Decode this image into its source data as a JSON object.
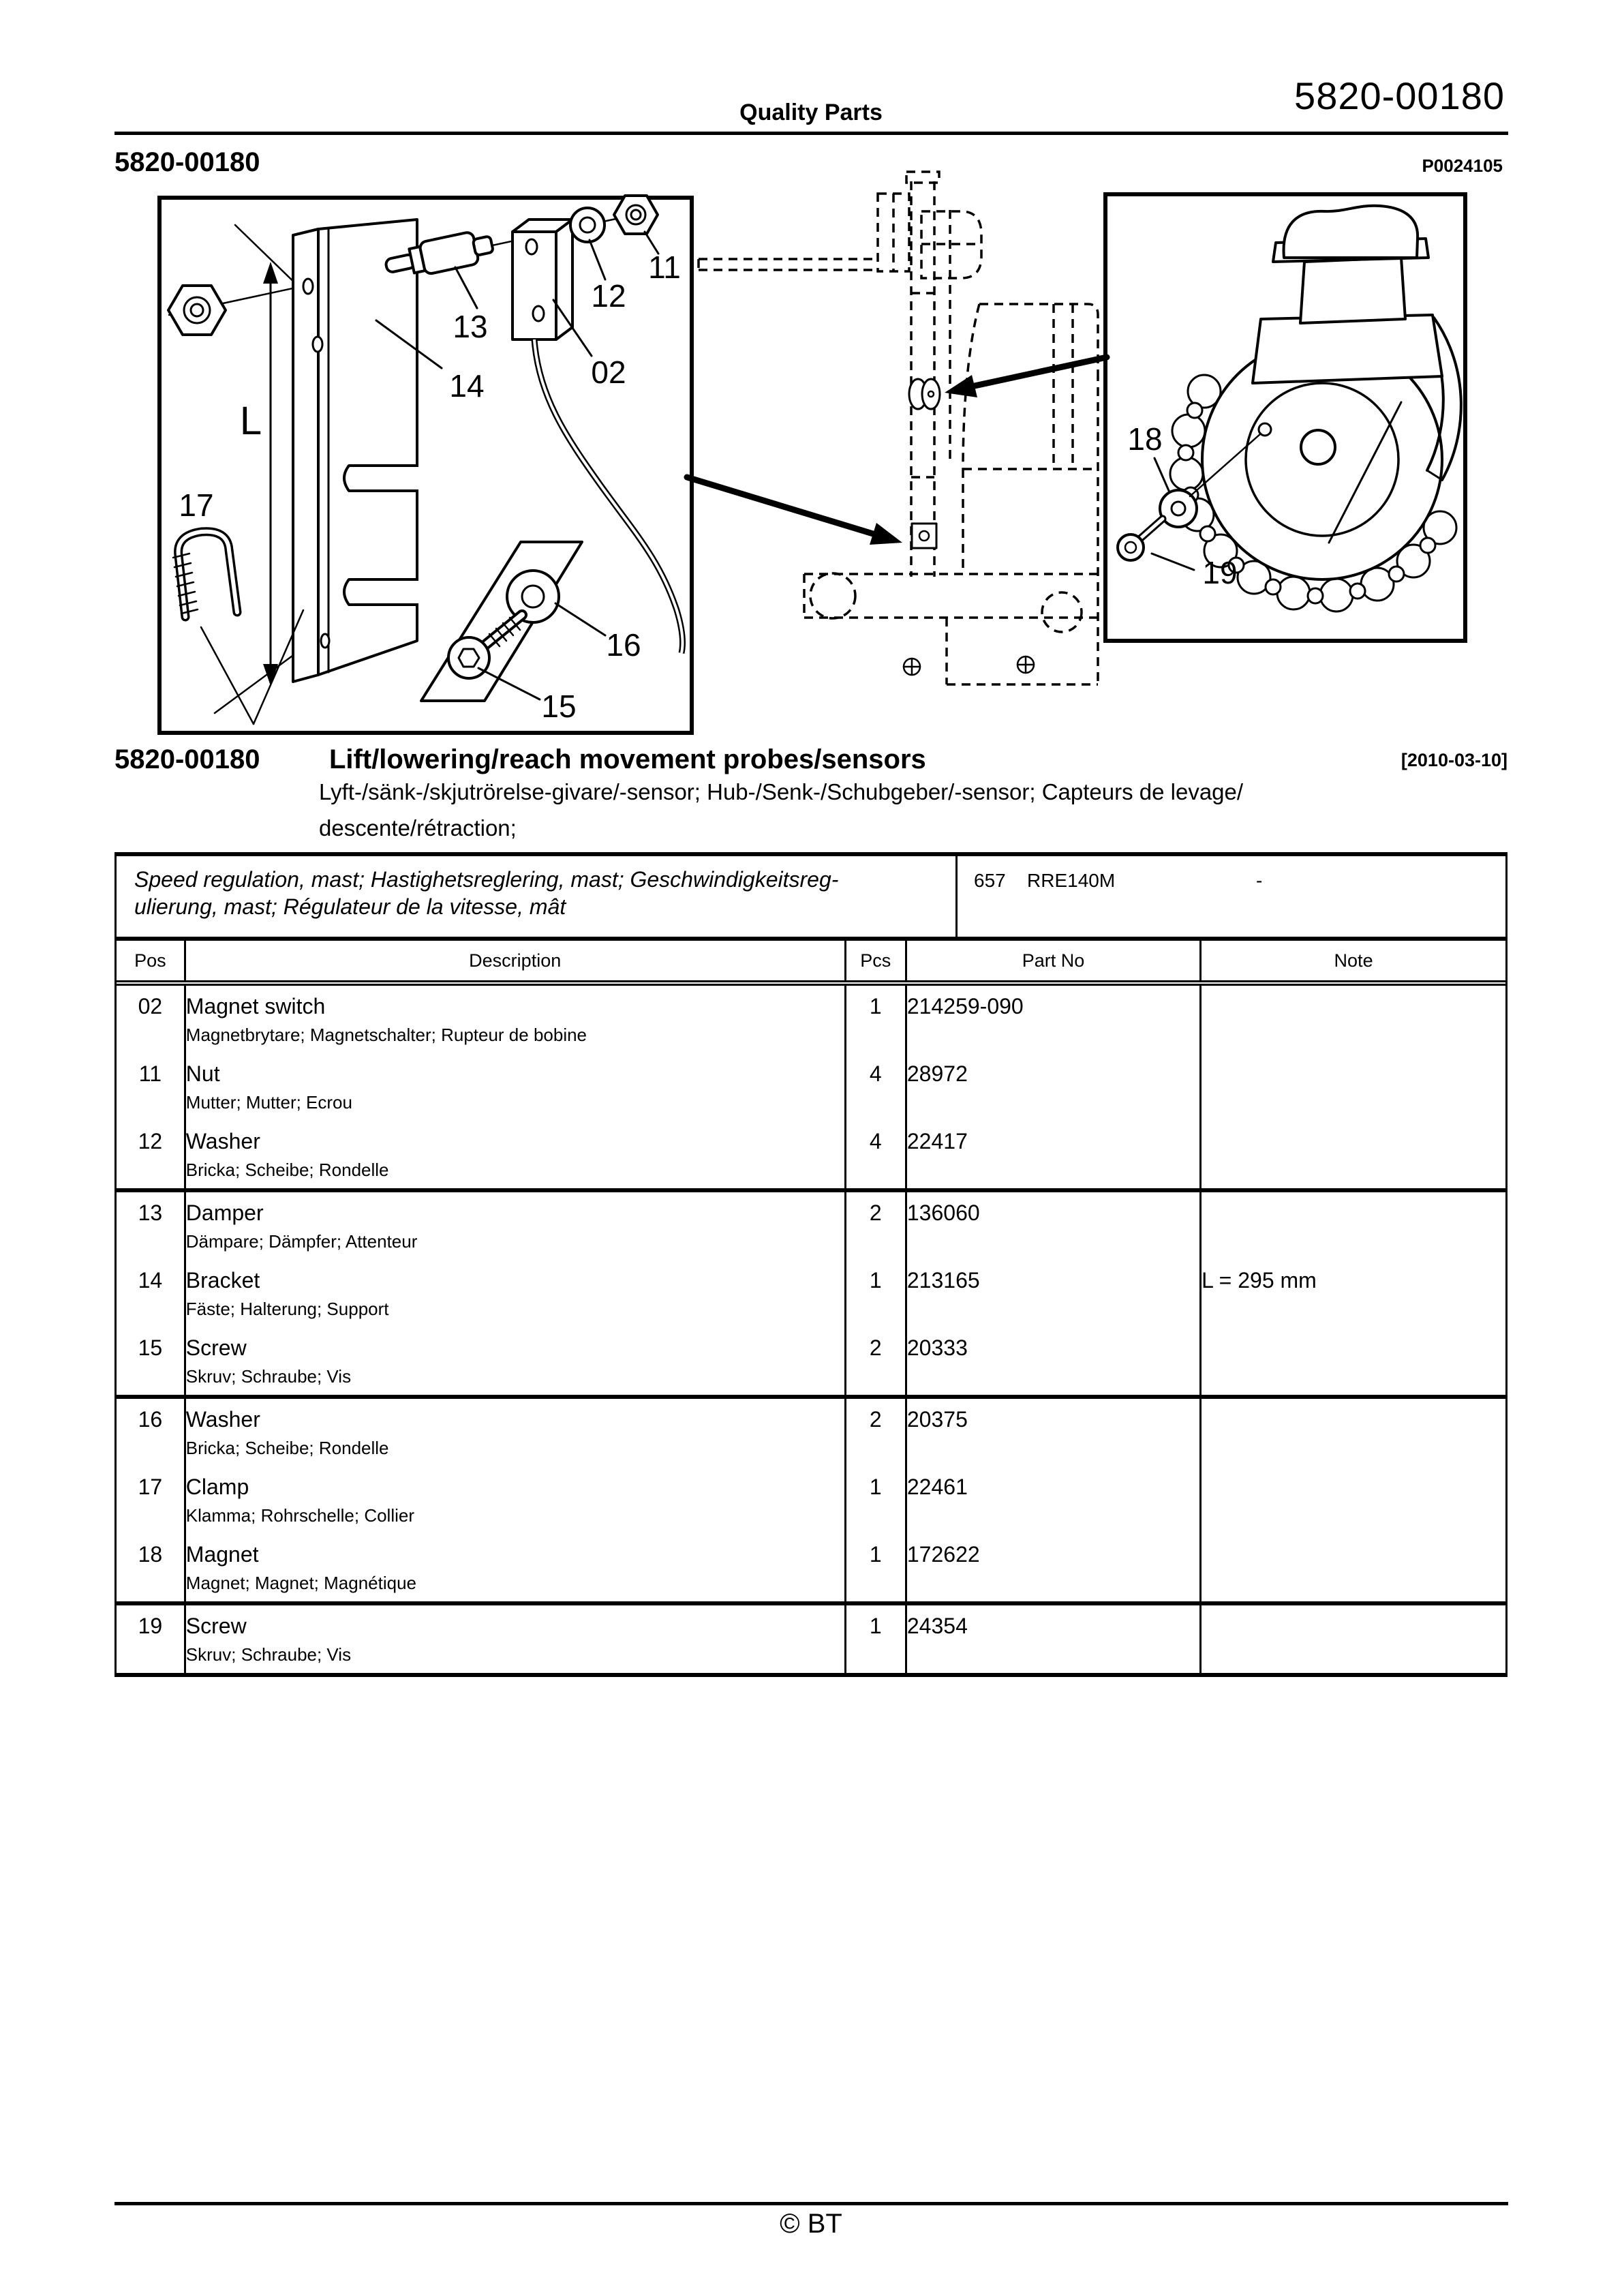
{
  "header": {
    "center": "Quality Parts",
    "doc_code": "5820-00180",
    "section_code": "5820-00180",
    "plate_code": "P0024105"
  },
  "title": {
    "code": "5820-00180",
    "text": "Lift/lowering/reach movement probes/sensors",
    "date": "[2010-03-10]",
    "subtitle_line1": "Lyft-/sänk-/skjutrörelse-givare/-sensor; Hub-/Senk-/Schubgeber/-sensor; Capteurs de levage/",
    "subtitle_line2": "descente/rétraction;"
  },
  "figure": {
    "callouts": {
      "c02": "02",
      "c11": "11",
      "c12": "12",
      "c13": "13",
      "c14": "14",
      "c15": "15",
      "c16": "16",
      "c17": "17",
      "c18": "18",
      "c19": "19",
      "dim": "L"
    }
  },
  "table": {
    "group_header": {
      "line1": "Speed regulation, mast; Hastighetsreglering, mast; Geschwindigkeitsreg-",
      "line2": "ulierung, mast; Régulateur de la vitesse, mât",
      "code": "657",
      "model": "RRE140M",
      "note": "-"
    },
    "columns": [
      "Pos",
      "Description",
      "Pcs",
      "Part No",
      "Note"
    ],
    "rows": [
      {
        "pos": "02",
        "desc": "Magnet switch",
        "desc_alt": "Magnetbrytare; Magnetschalter; Rupteur de bobine",
        "pcs": "1",
        "part_no": "214259-090",
        "note": "",
        "group_start": false
      },
      {
        "pos": "11",
        "desc": "Nut",
        "desc_alt": "Mutter; Mutter; Ecrou",
        "pcs": "4",
        "part_no": "28972",
        "note": "",
        "group_start": false
      },
      {
        "pos": "12",
        "desc": "Washer",
        "desc_alt": "Bricka; Scheibe; Rondelle",
        "pcs": "4",
        "part_no": "22417",
        "note": "",
        "group_start": false
      },
      {
        "pos": "13",
        "desc": "Damper",
        "desc_alt": "Dämpare; Dämpfer; Attenteur",
        "pcs": "2",
        "part_no": "136060",
        "note": "",
        "group_start": true
      },
      {
        "pos": "14",
        "desc": "Bracket",
        "desc_alt": "Fäste; Halterung; Support",
        "pcs": "1",
        "part_no": "213165",
        "note": "L = 295 mm",
        "group_start": false
      },
      {
        "pos": "15",
        "desc": "Screw",
        "desc_alt": "Skruv; Schraube; Vis",
        "pcs": "2",
        "part_no": "20333",
        "note": "",
        "group_start": false
      },
      {
        "pos": "16",
        "desc": "Washer",
        "desc_alt": "Bricka; Scheibe; Rondelle",
        "pcs": "2",
        "part_no": "20375",
        "note": "",
        "group_start": true
      },
      {
        "pos": "17",
        "desc": "Clamp",
        "desc_alt": "Klamma; Rohrschelle; Collier",
        "pcs": "1",
        "part_no": "22461",
        "note": "",
        "group_start": false
      },
      {
        "pos": "18",
        "desc": "Magnet",
        "desc_alt": "Magnet; Magnet; Magnétique",
        "pcs": "1",
        "part_no": "172622",
        "note": "",
        "group_start": false
      },
      {
        "pos": "19",
        "desc": "Screw",
        "desc_alt": "Skruv; Schraube; Vis",
        "pcs": "1",
        "part_no": "24354",
        "note": "",
        "group_start": true
      }
    ]
  },
  "footer": {
    "copyright": "© BT"
  }
}
